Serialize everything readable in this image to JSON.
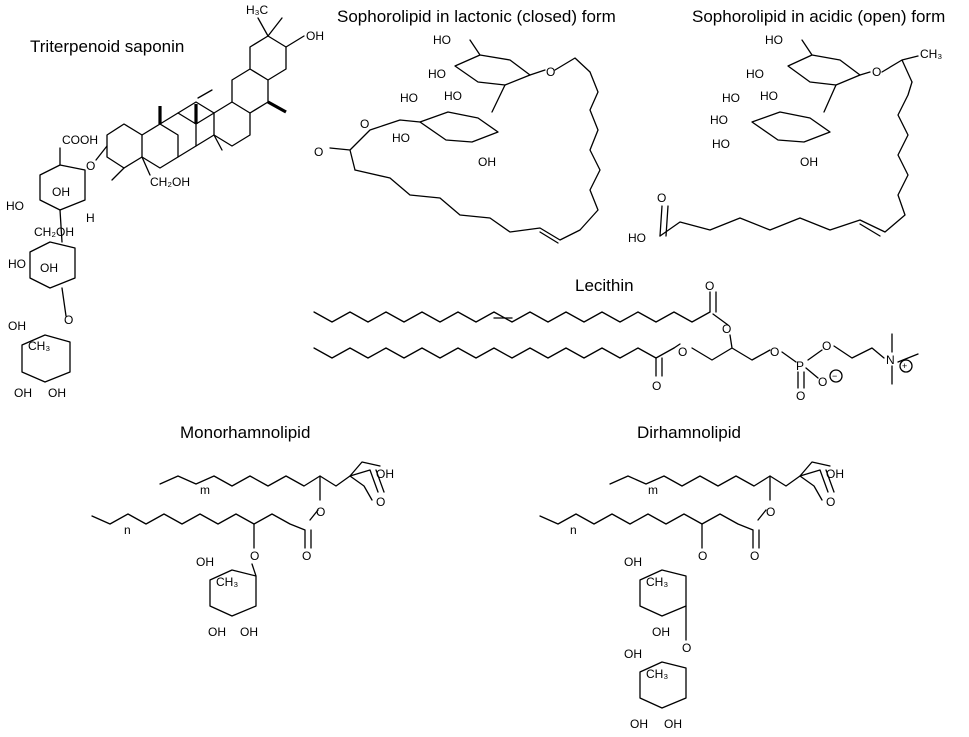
{
  "figure": {
    "titles": {
      "saponin": "Triterpenoid saponin",
      "sopho_closed": "Sophorolipid in lactonic (closed) form",
      "sopho_open": "Sophorolipid in acidic (open) form",
      "lecithin": "Lecithin",
      "monorhamnolipid": "Monorhamnolipid",
      "dirhamnolipid": "Dirhamnolipid"
    },
    "labels": {
      "OH": "OH",
      "HO": "HO",
      "O": "O",
      "H": "H",
      "COOH": "COOH",
      "CH2OH": "CH₂OH",
      "CH3": "CH₃",
      "H3C": "H₃C",
      "P": "P",
      "N": "N",
      "m": "m",
      "n": "n",
      "plus": "+",
      "minus": "−"
    }
  }
}
